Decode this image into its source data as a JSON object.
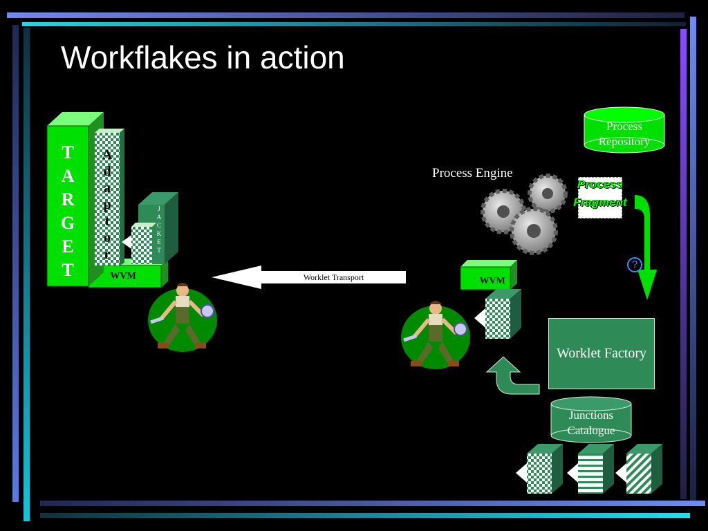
{
  "slide": {
    "title": "Workflakes in action"
  },
  "target": {
    "letters": [
      "T",
      "A",
      "R",
      "G",
      "E",
      "T"
    ]
  },
  "adaptor": {
    "letters": [
      "A",
      "d",
      "a",
      "p",
      "t",
      "o",
      "r"
    ]
  },
  "jacket": {
    "letters": [
      "J",
      "A",
      "C",
      "K",
      "E",
      "T"
    ]
  },
  "wvm_left": {
    "label": "WVM"
  },
  "wvm_right": {
    "label": "WVM"
  },
  "transport": {
    "label": "Worklet Transport"
  },
  "process_engine": {
    "label": "Process Engine"
  },
  "process_repository": {
    "line1": "Process",
    "line2": "Repository"
  },
  "process_fragment": {
    "line1": "Process",
    "line2": "Fragment"
  },
  "worklet_factory": {
    "label": "Worklet Factory"
  },
  "junctions_catalogue": {
    "line1": "Junctions",
    "line2": "Catalogue"
  },
  "help": {
    "glyph": "?"
  },
  "colors": {
    "bright_green": "#00e000",
    "dark_green": "#2e8b57",
    "frame_blue": "#5a7be0",
    "frame_cyan": "#19c3d8"
  }
}
